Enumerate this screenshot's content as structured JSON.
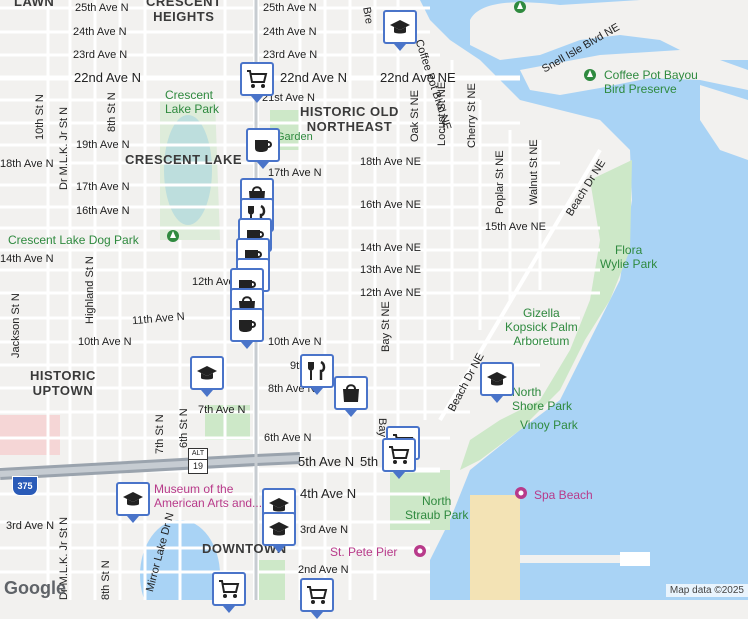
{
  "map": {
    "colors": {
      "land": "#f2f1ef",
      "water": "#a9d3f5",
      "park": "#cde8c8",
      "road": "#ffffff",
      "highway": "#9aa3ad",
      "pin_border": "#4a74c9"
    },
    "neighborhoods": [
      {
        "id": "crescent-heights",
        "text": "CRESCENT\nHEIGHTS"
      },
      {
        "id": "historic-old-northeast",
        "text": "HISTORIC OLD\nNORTHEAST"
      },
      {
        "id": "crescent-lake",
        "text": "CRESCENT LAKE"
      },
      {
        "id": "historic-uptown",
        "text": "HISTORIC\nUPTOWN"
      },
      {
        "id": "downtown",
        "text": "DOWNTOWN"
      },
      {
        "id": "lawn",
        "text": "LAWN"
      }
    ],
    "parks": [
      {
        "id": "crescent-lake-park",
        "text": "Crescent\nLake Park"
      },
      {
        "id": "coffee-pot-bayou",
        "text": "Coffee Pot Bayou\nBird Preserve"
      },
      {
        "id": "flora-wylie",
        "text": "Flora\nWylie Park"
      },
      {
        "id": "gizella-kopsick",
        "text": "Gizella\nKopsick Palm\nArboretum"
      },
      {
        "id": "north-shore-park",
        "text": "North\nShore Park"
      },
      {
        "id": "vinoy-park",
        "text": "Vinoy Park"
      },
      {
        "id": "north-straub-park",
        "text": "North\nStraub Park"
      },
      {
        "id": "spa-beach",
        "text": "Spa Beach"
      },
      {
        "id": "st-pete-pier",
        "text": "St. Pete Pier"
      },
      {
        "id": "crescent-lake-dog-park",
        "text": "Crescent Lake Dog Park"
      },
      {
        "id": "garden",
        "text": "Garden"
      },
      {
        "id": "museum",
        "text": "Museum of the\nAmerican Arts and..."
      }
    ],
    "streets": {
      "ave_25": "25th Ave N",
      "ave_24": "24th Ave N",
      "ave_23": "23rd Ave N",
      "ave_22": "22nd Ave N",
      "ave_22ne": "22nd Ave NE",
      "ave_21": "21st Ave N",
      "ave_19": "19th Ave N",
      "ave_18": "18th Ave N",
      "ave_18ne": "18th Ave NE",
      "ave_17": "17th Ave N",
      "ave_16": "16th Ave N",
      "ave_16ne": "16th Ave NE",
      "ave_15ne": "15th Ave NE",
      "ave_14": "14th Ave N",
      "ave_14ne": "14th Ave NE",
      "ave_13ne": "13th Ave NE",
      "ave_12": "12th Ave N",
      "ave_12ne": "12th Ave NE",
      "ave_11": "11th Ave N",
      "ave_10": "10th Ave N",
      "ave_9": "9th Ave N",
      "ave_8": "8th Ave N",
      "ave_7": "7th Ave N",
      "ave_6": "6th Ave N",
      "ave_5": "5th Ave N",
      "ave_5b": "5th",
      "ave_4": "4th Ave N",
      "ave_3": "3rd Ave N",
      "ave_3b": "3rd Ave N",
      "ave_2": "2nd Ave N",
      "st_10": "10th St N",
      "st_mlk": "Dr M.L.K. Jr St N",
      "st_8": "8th St N",
      "st_7": "7th St N",
      "st_6": "6th St N",
      "st_jackson": "Jackson St N",
      "st_highland": "Highland St N",
      "st_mlk2": "Dr M.L.K. Jr St N",
      "st_8b": "8th St N",
      "st_mirror": "Mirror Lake Dr N",
      "st_oak": "Oak St NE",
      "st_locust": "Locust St NE",
      "st_cherry": "Cherry St NE",
      "st_poplar": "Poplar St NE",
      "st_walnut": "Walnut St NE",
      "st_bay": "Bay St NE",
      "st_bay2": "Bay",
      "beach_dr": "Beach Dr NE",
      "beach_dr2": "Beach Dr NE",
      "coffee_pot": "Coffee Pot Blvd NE",
      "snell": "Snell Isle Blvd NE",
      "bre": "Bre",
      "us19": "19",
      "alt": "ALT",
      "i375": "375"
    },
    "pois": [
      {
        "id": "poi-school-top",
        "icon": "school-icon"
      },
      {
        "id": "poi-park-top",
        "icon": "park-icon"
      },
      {
        "id": "poi-grocery-top",
        "icon": "grocery-icon"
      },
      {
        "id": "poi-cafe-1",
        "icon": "cafe-icon"
      },
      {
        "id": "poi-shop-1",
        "icon": "shopping-icon"
      },
      {
        "id": "poi-restaurant-1",
        "icon": "restaurant-icon"
      },
      {
        "id": "poi-cafe-2",
        "icon": "cafe-icon"
      },
      {
        "id": "poi-cafe-3",
        "icon": "cafe-icon"
      },
      {
        "id": "poi-cafe-4",
        "icon": "cafe-icon"
      },
      {
        "id": "poi-cafe-5",
        "icon": "cafe-icon"
      },
      {
        "id": "poi-shop-2",
        "icon": "shopping-icon"
      },
      {
        "id": "poi-restaurant-2",
        "icon": "restaurant-icon"
      },
      {
        "id": "poi-shop-3",
        "icon": "shopping-icon"
      },
      {
        "id": "poi-cafe-6",
        "icon": "cafe-icon"
      },
      {
        "id": "poi-grocery-2",
        "icon": "grocery-icon"
      },
      {
        "id": "poi-grocery-3",
        "icon": "grocery-icon"
      },
      {
        "id": "poi-school-2",
        "icon": "school-icon"
      },
      {
        "id": "poi-school-3",
        "icon": "school-icon"
      },
      {
        "id": "poi-school-4",
        "icon": "school-icon"
      },
      {
        "id": "poi-school-5",
        "icon": "school-icon"
      },
      {
        "id": "poi-grocery-4",
        "icon": "grocery-icon"
      },
      {
        "id": "poi-grocery-5",
        "icon": "grocery-icon"
      },
      {
        "id": "poi-school-6",
        "icon": "school-icon"
      }
    ],
    "logo": "Google",
    "attribution": "Map data ©2025"
  }
}
